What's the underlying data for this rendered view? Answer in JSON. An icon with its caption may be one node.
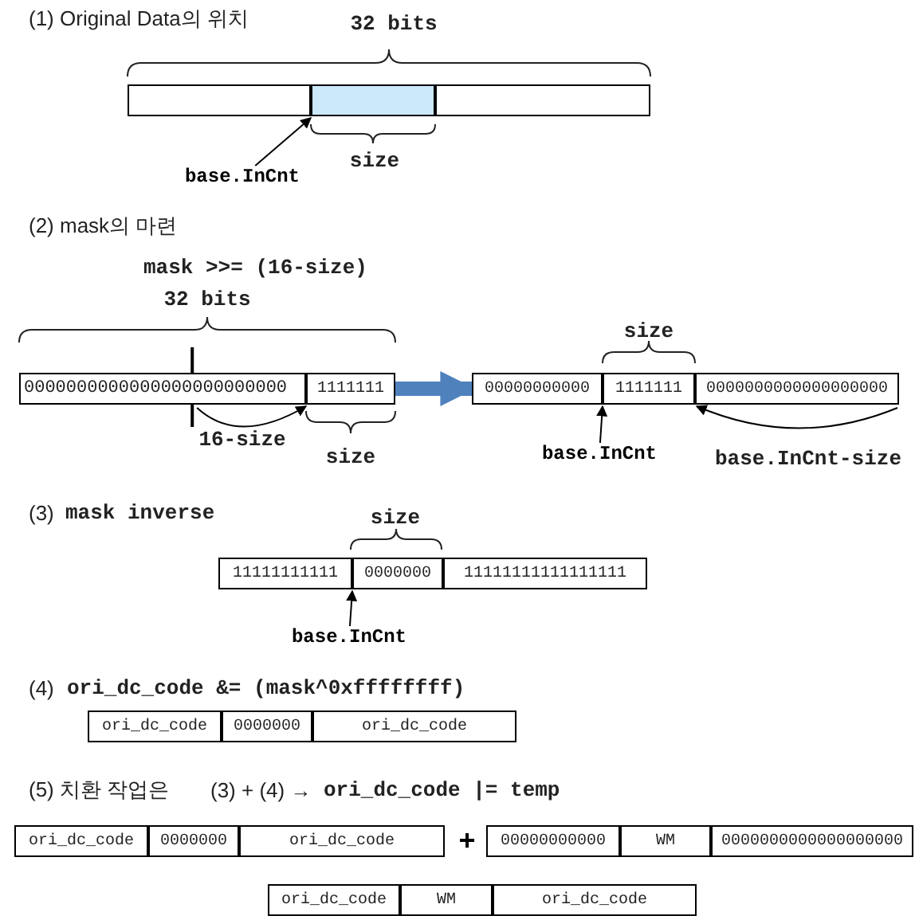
{
  "diagram": {
    "nodes": [
      {
        "text": [],
        "shape": "box"
      },
      {
        "text": [],
        "shape": "box"
      },
      {
        "text": [],
        "shape": "box"
      },
      {
        "text": [
          "base.InCnt"
        ]
      },
      {
        "text": [
          "0000000000000000000000000"
        ]
      },
      {
        "text": [
          "1111111"
        ]
      },
      {
        "text": [
          "00000000000"
        ]
      },
      {
        "text": [
          "1111111"
        ]
      },
      {
        "text": [
          "0000000000000000000"
        ]
      },
      {
        "text": [
          "base.InCnt"
        ]
      },
      {
        "text": [
          "11111111111"
        ]
      },
      {
        "text": [
          "0000000"
        ]
      },
      {
        "text": [
          "11111111111111111"
        ]
      },
      {
        "text": [
          "base.InCnt"
        ]
      },
      {
        "text": [
          "ori_dc_code"
        ]
      },
      {
        "text": [
          "0000000"
        ]
      },
      {
        "text": [
          "ori_dc_code"
        ]
      },
      {
        "text": [
          "ori_dc_code"
        ]
      },
      {
        "text": [
          "0000000"
        ]
      },
      {
        "text": [
          "ori_dc_code"
        ]
      },
      {
        "text": [
          "00000000000"
        ]
      },
      {
        "text": [
          "WM"
        ]
      },
      {
        "text": [
          "0000000000000000000"
        ]
      },
      {
        "text": [
          "ori_dc_code"
        ]
      },
      {
        "text": [
          "WM"
        ]
      },
      {
        "text": [
          "ori_dc_code"
        ]
      }
    ],
    "edges": [
      {
        "from": 3,
        "to": 1,
        "arrow": "to"
      },
      {
        "from": 5,
        "to": 6,
        "arrow": "to",
        "style": "thick",
        "color": "#4f81bd"
      },
      {
        "from": 9,
        "to": 7,
        "arrow": "to"
      },
      {
        "from": 13,
        "to": 11,
        "arrow": "to"
      },
      {
        "from": 4,
        "to": 5,
        "arrow": "to"
      },
      {
        "from": null,
        "to": 8,
        "arrow": "to"
      }
    ],
    "labels": [
      "(1) Original Data의 위치",
      "32 bits",
      "size",
      "(2) mask의 마련",
      "mask >>= (16-size)",
      "32 bits",
      "size",
      "16-size",
      "size",
      "base.InCnt-size",
      "(3)",
      "mask inverse",
      "size",
      "(4)",
      "ori_dc_code &= (mask^0xffffffff)",
      "(5) 치환 작업은",
      "(3) + (4) →",
      "ori_dc_code |= temp",
      "+"
    ]
  }
}
